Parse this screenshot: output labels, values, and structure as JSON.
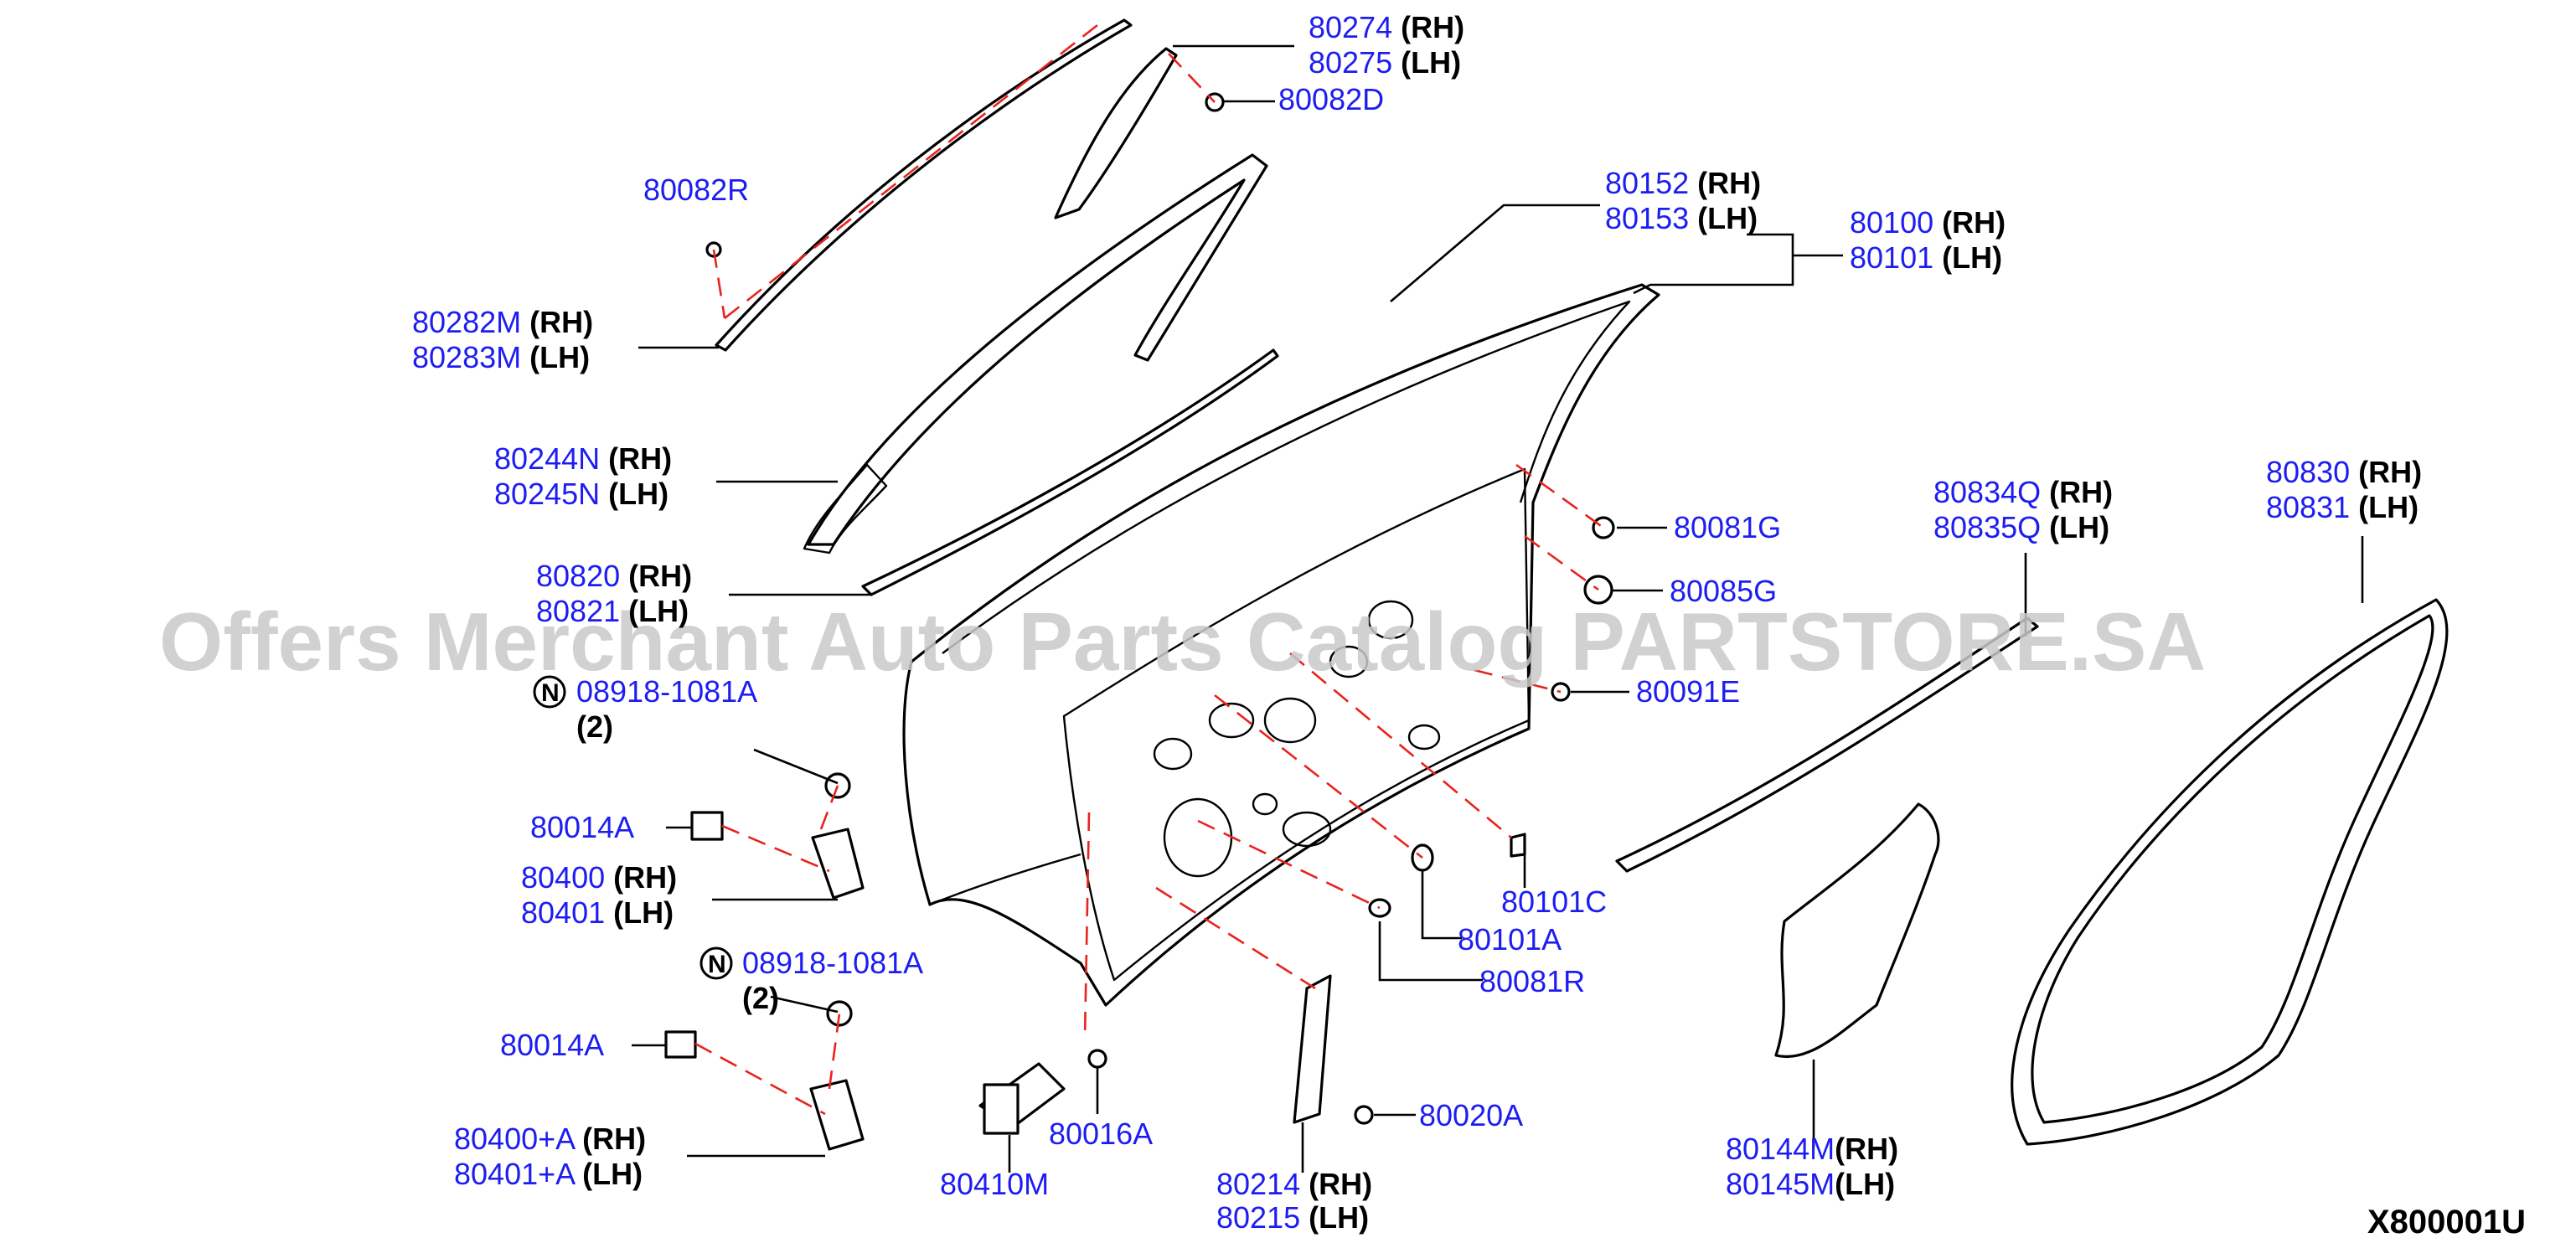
{
  "watermark": "Offers Merchant Auto Parts Catalog PARTSTORE.SA",
  "diagram_code": "X800001U",
  "callouts": {
    "c80274": {
      "part": "80274",
      "side": "(RH)"
    },
    "c80275": {
      "part": "80275",
      "side": "(LH)"
    },
    "c80082D": {
      "part": "80082D"
    },
    "c80082R": {
      "part": "80082R"
    },
    "c80282M": {
      "part": "80282M",
      "side": "(RH)"
    },
    "c80283M": {
      "part": "80283M",
      "side": "(LH)"
    },
    "c80152": {
      "part": "80152",
      "side": "(RH)"
    },
    "c80153": {
      "part": "80153",
      "side": "(LH)"
    },
    "c80100": {
      "part": "80100",
      "side": "(RH)"
    },
    "c80101": {
      "part": "80101",
      "side": "(LH)"
    },
    "c80244N": {
      "part": "80244N",
      "side": "(RH)"
    },
    "c80245N": {
      "part": "80245N",
      "side": "(LH)"
    },
    "c80081G": {
      "part": "80081G"
    },
    "c80085G": {
      "part": "80085G"
    },
    "c80091E": {
      "part": "80091E"
    },
    "c80820": {
      "part": "80820",
      "side": "(RH)"
    },
    "c80821": {
      "part": "80821",
      "side": "(LH)"
    },
    "c80834Q": {
      "part": "80834Q",
      "side": "(RH)"
    },
    "c80835Q": {
      "part": "80835Q",
      "side": "(LH)"
    },
    "c80830": {
      "part": "80830",
      "side": "(RH)"
    },
    "c80831": {
      "part": "80831",
      "side": "(LH)"
    },
    "bolt1": {
      "part": "08918-1081A",
      "qty": "(2)",
      "badge": "N"
    },
    "c80014A_1": {
      "part": "80014A"
    },
    "c80400": {
      "part": "80400",
      "side": "(RH)"
    },
    "c80401": {
      "part": "80401",
      "side": "(LH)"
    },
    "bolt2": {
      "part": "08918-1081A",
      "qty": "(2)",
      "badge": "N"
    },
    "c80014A_2": {
      "part": "80014A"
    },
    "c80400A": {
      "part": "80400+A",
      "side": "(RH)"
    },
    "c80401A": {
      "part": "80401+A",
      "side": "(LH)"
    },
    "c80101C": {
      "part": "80101C"
    },
    "c80101A": {
      "part": "80101A"
    },
    "c80081R": {
      "part": "80081R"
    },
    "c80016A": {
      "part": "80016A"
    },
    "c80410M": {
      "part": "80410M"
    },
    "c80020A": {
      "part": "80020A"
    },
    "c80214": {
      "part": "80214",
      "side": "(RH)"
    },
    "c80215": {
      "part": "80215",
      "side": "(LH)"
    },
    "c80144M": {
      "part": "80144M",
      "side": "(RH)"
    },
    "c80145M": {
      "part": "80145M",
      "side": "(LH)"
    }
  },
  "colors": {
    "part_number": "#1d1df2",
    "leader": "#000000",
    "assembly_line": "#e8231d"
  }
}
